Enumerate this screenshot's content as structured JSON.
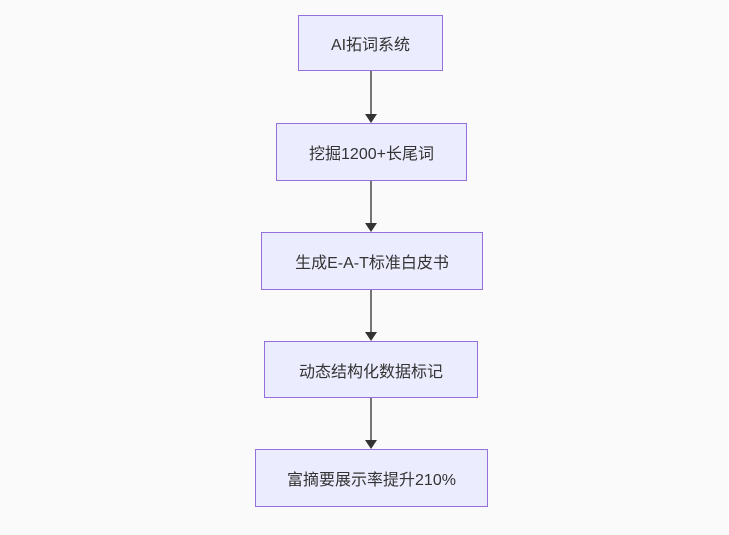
{
  "diagram": {
    "type": "flowchart",
    "direction": "top-down",
    "nodes": [
      {
        "label": "AI拓词系统"
      },
      {
        "label": "挖掘1200+长尾词"
      },
      {
        "label": "生成E-A-T标准白皮书"
      },
      {
        "label": "动态结构化数据标记"
      },
      {
        "label": "富摘要展示率提升210%"
      }
    ],
    "edges": [
      {
        "from": 0,
        "to": 1
      },
      {
        "from": 1,
        "to": 2
      },
      {
        "from": 2,
        "to": 3
      },
      {
        "from": 3,
        "to": 4
      }
    ],
    "colors": {
      "node_fill": "#ECECFF",
      "node_border": "#9370DB",
      "edge_line": "#757575",
      "arrow_head": "#333333",
      "text": "#333333",
      "background": "#FAFAFA"
    }
  }
}
